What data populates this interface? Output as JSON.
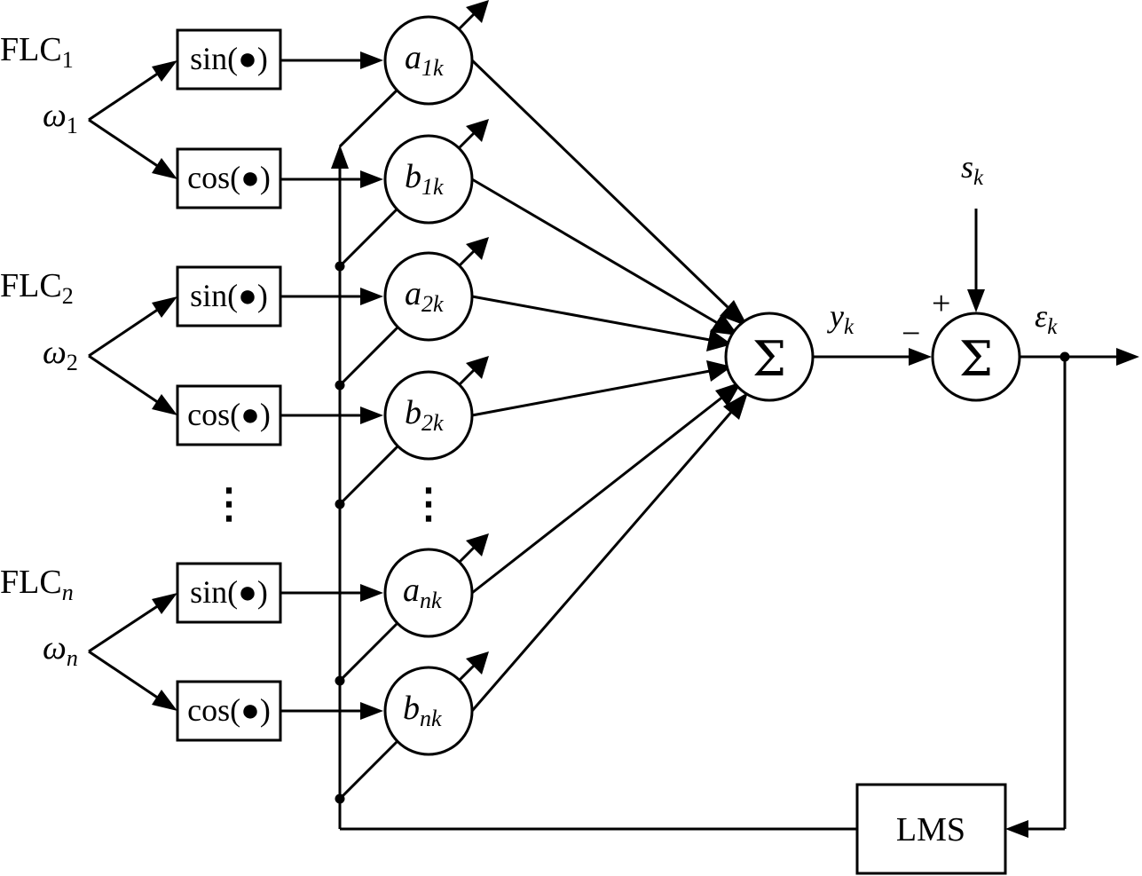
{
  "groups": [
    {
      "flc_base": "FLC",
      "flc_sub": "1",
      "omega_base": "ω",
      "omega_sub": "1",
      "sin_label": "sin(●)",
      "cos_label": "cos(●)",
      "a_base": "a",
      "a_sub": "1k",
      "b_base": "b",
      "b_sub": "1k"
    },
    {
      "flc_base": "FLC",
      "flc_sub": "2",
      "omega_base": "ω",
      "omega_sub": "2",
      "sin_label": "sin(●)",
      "cos_label": "cos(●)",
      "a_base": "a",
      "a_sub": "2k",
      "b_base": "b",
      "b_sub": "2k"
    },
    {
      "flc_base": "FLC",
      "flc_sub": "n",
      "omega_base": "ω",
      "omega_sub": "n",
      "sin_label": "sin(●)",
      "cos_label": "cos(●)",
      "a_base": "a",
      "a_sub": "nk",
      "b_base": "b",
      "b_sub": "nk"
    }
  ],
  "ellipsis": "⋮",
  "sum_symbol": "Σ",
  "output": {
    "y_base": "y",
    "y_sub": "k",
    "s_base": "s",
    "s_sub": "k",
    "e_base": "ε",
    "e_sub": "k"
  },
  "signs": {
    "plus": "+",
    "minus": "−"
  },
  "lms_label": "LMS"
}
